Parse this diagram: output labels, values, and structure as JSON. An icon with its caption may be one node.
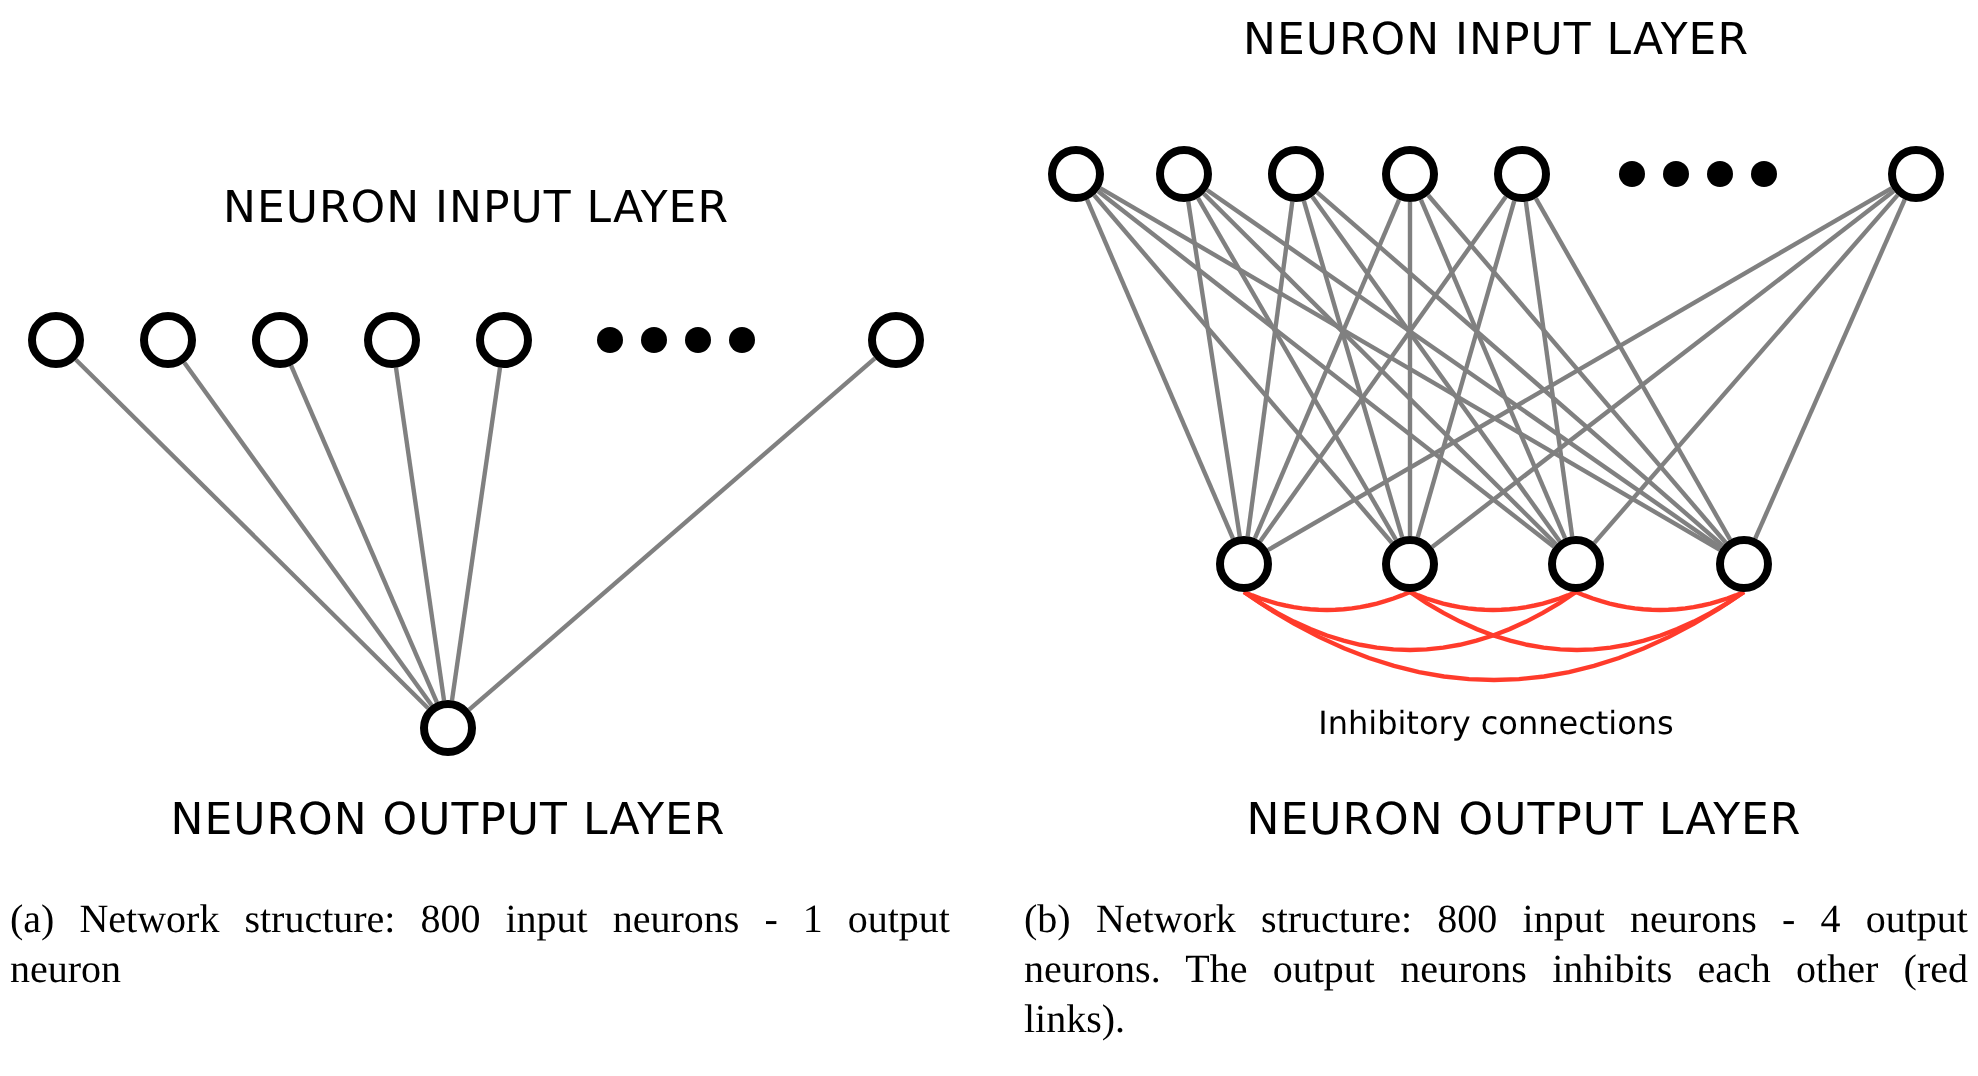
{
  "diagram": {
    "nodes": [
      {
        "text": [],
        "shape": "circle"
      },
      {
        "text": [],
        "shape": "circle"
      },
      {
        "text": [],
        "shape": "circle"
      },
      {
        "text": [],
        "shape": "circle"
      },
      {
        "text": [],
        "shape": "circle"
      },
      {
        "text": [],
        "shape": "circle"
      },
      {
        "text": [],
        "shape": "circle"
      },
      {
        "text": [],
        "shape": "circle"
      },
      {
        "text": [],
        "shape": "circle"
      },
      {
        "text": [],
        "shape": "circle"
      },
      {
        "text": [],
        "shape": "circle"
      },
      {
        "text": [],
        "shape": "circle"
      },
      {
        "text": [],
        "shape": "circle"
      },
      {
        "text": [],
        "shape": "circle"
      },
      {
        "text": [],
        "shape": "circle"
      },
      {
        "text": [],
        "shape": "circle"
      },
      {
        "text": [],
        "shape": "circle"
      }
    ],
    "edges": [
      {
        "from": 0,
        "to": 6,
        "arrow": "none"
      },
      {
        "from": 1,
        "to": 6,
        "arrow": "none"
      },
      {
        "from": 2,
        "to": 6,
        "arrow": "none"
      },
      {
        "from": 3,
        "to": 6,
        "arrow": "none"
      },
      {
        "from": 4,
        "to": 6,
        "arrow": "none"
      },
      {
        "from": 5,
        "to": 6,
        "arrow": "none"
      },
      {
        "from": 7,
        "to": 13,
        "arrow": "none"
      },
      {
        "from": 7,
        "to": 14,
        "arrow": "none"
      },
      {
        "from": 7,
        "to": 15,
        "arrow": "none"
      },
      {
        "from": 7,
        "to": 16,
        "arrow": "none"
      },
      {
        "from": 8,
        "to": 13,
        "arrow": "none"
      },
      {
        "from": 8,
        "to": 14,
        "arrow": "none"
      },
      {
        "from": 8,
        "to": 15,
        "arrow": "none"
      },
      {
        "from": 8,
        "to": 16,
        "arrow": "none"
      },
      {
        "from": 9,
        "to": 13,
        "arrow": "none"
      },
      {
        "from": 9,
        "to": 14,
        "arrow": "none"
      },
      {
        "from": 9,
        "to": 15,
        "arrow": "none"
      },
      {
        "from": 9,
        "to": 16,
        "arrow": "none"
      },
      {
        "from": 10,
        "to": 13,
        "arrow": "none"
      },
      {
        "from": 10,
        "to": 14,
        "arrow": "none"
      },
      {
        "from": 10,
        "to": 15,
        "arrow": "none"
      },
      {
        "from": 10,
        "to": 16,
        "arrow": "none"
      },
      {
        "from": 11,
        "to": 13,
        "arrow": "none"
      },
      {
        "from": 11,
        "to": 14,
        "arrow": "none"
      },
      {
        "from": 11,
        "to": 15,
        "arrow": "none"
      },
      {
        "from": 11,
        "to": 16,
        "arrow": "none"
      },
      {
        "from": 12,
        "to": 13,
        "arrow": "none"
      },
      {
        "from": 12,
        "to": 14,
        "arrow": "none"
      },
      {
        "from": 12,
        "to": 15,
        "arrow": "none"
      },
      {
        "from": 12,
        "to": 16,
        "arrow": "none"
      },
      {
        "from": 13,
        "to": 14,
        "arrow": "none",
        "color": "#ff3b2b"
      },
      {
        "from": 14,
        "to": 15,
        "arrow": "none",
        "color": "#ff3b2b"
      },
      {
        "from": 15,
        "to": 16,
        "arrow": "none",
        "color": "#ff3b2b"
      },
      {
        "from": 13,
        "to": 15,
        "arrow": "none",
        "color": "#ff3b2b"
      },
      {
        "from": 14,
        "to": 16,
        "arrow": "none",
        "color": "#ff3b2b"
      },
      {
        "from": 13,
        "to": 16,
        "arrow": "none",
        "color": "#ff3b2b"
      }
    ],
    "labels": [
      "NEURON INPUT LAYER",
      "NEURON OUTPUT LAYER",
      "(a) Network structure: 800 input neurons - 1 output neuron",
      "NEURON INPUT LAYER",
      "Inhibitory connections",
      "NEURON OUTPUT LAYER",
      "(b) Network structure: 800 input neurons - 4 output neurons. The output neurons inhibits each other (red links)."
    ]
  }
}
